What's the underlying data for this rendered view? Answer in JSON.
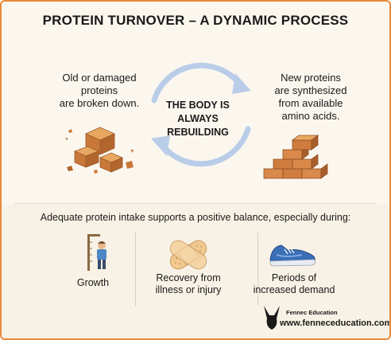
{
  "title": "PROTEIN TURNOVER – A DYNAMIC PROCESS",
  "left_text": "Old or damaged\nproteins\nare broken down.",
  "right_text": "New proteins\nare synthesized\nfrom available\namino acids.",
  "center_text": "THE BODY IS\nALWAYS\nREBUILDING",
  "intro_text": "Adequate protein intake supports a positive balance, especially during:",
  "items": [
    {
      "label": "Growth",
      "icon": "child-height-icon"
    },
    {
      "label": "Recovery from\nillness or injury",
      "icon": "bandage-icon"
    },
    {
      "label": "Periods of\nincreased demand",
      "icon": "running-shoe-icon"
    }
  ],
  "brand": {
    "name": "Fennec Education",
    "url": "www.fenneceducation.com"
  },
  "colors": {
    "border": "#e8893a",
    "arrow": "#b9cde8",
    "brick": "#d9894a",
    "background": "#fbf7ef"
  }
}
